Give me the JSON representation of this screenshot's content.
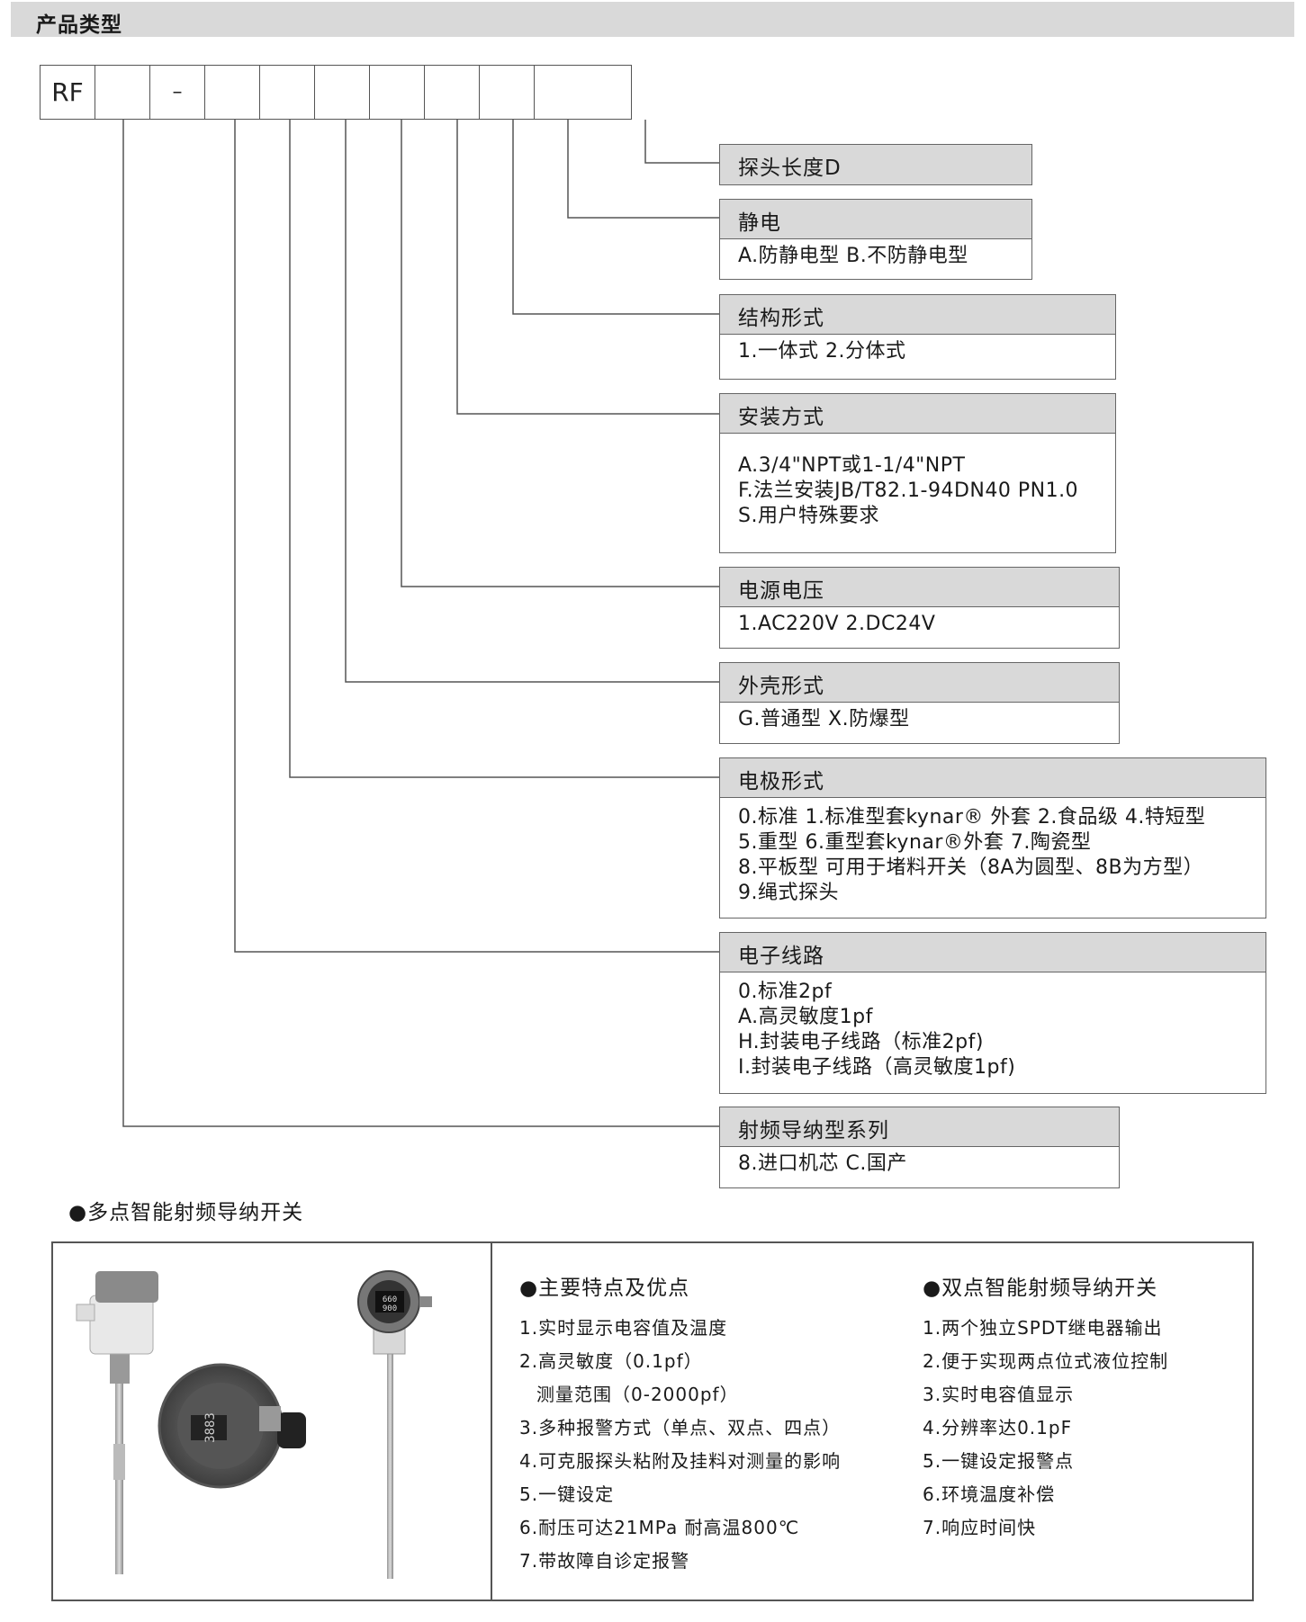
{
  "header": {
    "title": "产品类型"
  },
  "model_code": {
    "cells": [
      "RF",
      "",
      "–",
      "",
      "",
      "",
      "",
      "",
      "",
      ""
    ]
  },
  "options": [
    {
      "title": "探头长度D",
      "lines": []
    },
    {
      "title": "静电",
      "lines": [
        "A.防静电型  B.不防静电型"
      ]
    },
    {
      "title": "结构形式",
      "lines": [
        "1.一体式  2.分体式"
      ]
    },
    {
      "title": "安装方式",
      "lines": [
        "A.3/4\"NPT或1-1/4\"NPT",
        "F.法兰安装JB/T82.1-94DN40 PN1.0",
        "S.用户特殊要求"
      ]
    },
    {
      "title": "电源电压",
      "lines": [
        "1.AC220V  2.DC24V"
      ]
    },
    {
      "title": "外壳形式",
      "lines": [
        "G.普通型  X.防爆型"
      ]
    },
    {
      "title": "电极形式",
      "lines": [
        "0.标准 1.标准型套kynar® 外套 2.食品级 4.特短型",
        "5.重型 6.重型套kynar®外套  7.陶瓷型",
        "8.平板型 可用于堵料开关（8A为圆型、8B为方型）",
        "9.绳式探头"
      ]
    },
    {
      "title": "电子线路",
      "lines": [
        "0.标准2pf",
        "A.高灵敏度1pf",
        "H.封装电子线路（标准2pf)",
        "I.封装电子线路（高灵敏度1pf)"
      ]
    },
    {
      "title": "射频导纳型系列",
      "lines": [
        "8.进口机芯 C.国产"
      ]
    }
  ],
  "section2": {
    "title": "●多点智能射频导纳开关"
  },
  "features_main": {
    "title": "●主要特点及优点",
    "items": [
      "1.实时显示电容值及温度",
      "2.高灵敏度（0.1pf）",
      "  测量范围（0-2000pf）",
      "3.多种报警方式（单点、双点、四点）",
      "4.可克服探头粘附及挂料对测量的影响",
      "5.一键设定",
      "6.耐压可达21MPa  耐高温800℃",
      "7.带故障自诊定报警"
    ]
  },
  "features_dual": {
    "title": "●双点智能射频导纳开关",
    "items": [
      "1.两个独立SPDT继电器输出",
      "2.便于实现两点位式液位控制",
      "3.实时电容值显示",
      "4.分辨率达0.1pF",
      "5.一键设定报警点",
      "6.环境温度补偿",
      "7.响应时间快"
    ]
  },
  "product_image": {
    "display_a": "3883",
    "display_b1": "660",
    "display_b2": "900"
  },
  "colors": {
    "header_bg": "#d9d9d9",
    "line": "#555555",
    "text": "#1a1a1a"
  }
}
